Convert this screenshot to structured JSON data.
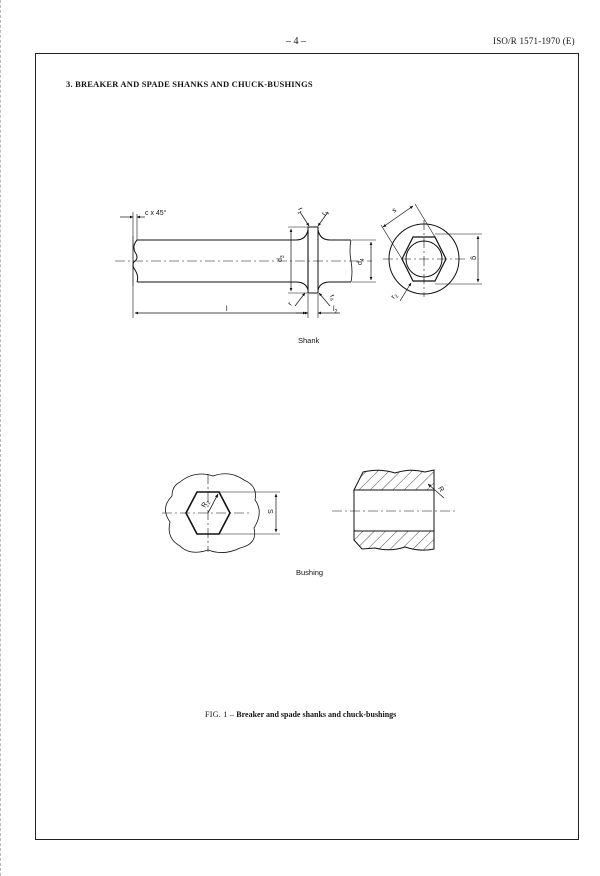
{
  "header": {
    "page_number": "– 4 –",
    "document_id": "ISO/R 1571-1970 (E)"
  },
  "section": {
    "title": "3.  BREAKER AND SPADE SHANKS AND CHUCK-BUSHINGS"
  },
  "figures": {
    "shank": {
      "caption": "Shank",
      "labels": {
        "chamfer": "c x 45°",
        "d3": "d3",
        "d4": "d4",
        "l": "l",
        "l2": "l2",
        "r1_left": "r1",
        "r1_right": "r1",
        "r": "r",
        "r4": "r4",
        "s": "s",
        "g": "g",
        "r2": "r2"
      }
    },
    "bushing": {
      "caption": "Bushing",
      "labels": {
        "R2": "R2",
        "S": "S",
        "R": "R"
      }
    }
  },
  "figure_caption": {
    "label": "FIG. 1 –",
    "text": "Breaker and spade shanks and chuck-bushings"
  }
}
